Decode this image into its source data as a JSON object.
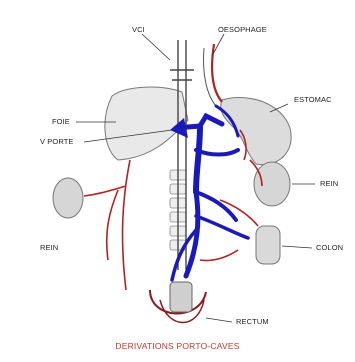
{
  "labels": {
    "vci": "VCI",
    "oesophage": "OESOPHAGE",
    "estomac": "ESTOMAC",
    "foie": "FOIE",
    "v_porte": "V PORTE",
    "rein_right": "REIN",
    "rein_left": "REIN",
    "colon": "COLON",
    "rectum": "RECTUM"
  },
  "caption": "DERIVATIONS PORTO-CAVES",
  "colors": {
    "portal_vein": "#1a1ab8",
    "systemic_vein": "#b22222",
    "outline": "#555555",
    "caption": "#c0392b"
  }
}
